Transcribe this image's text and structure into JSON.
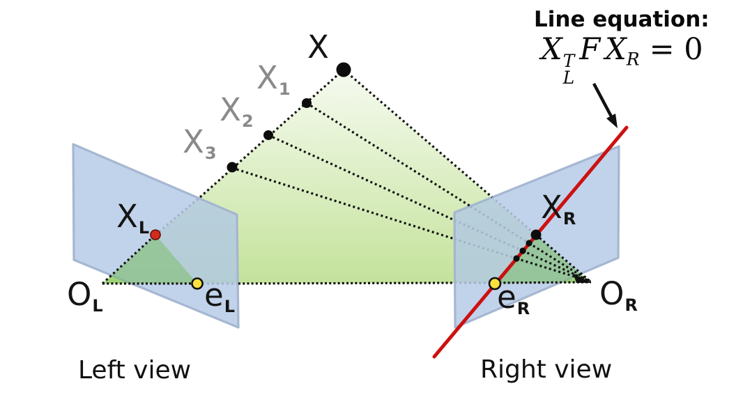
{
  "title": {
    "heading": "Line equation:"
  },
  "formula": {
    "x_left": "X",
    "sup": "T",
    "sub_left": "L",
    "f": "F",
    "x_right": "X",
    "sub_right": "R",
    "equals": "= 0"
  },
  "labels": {
    "x": {
      "main": "X"
    },
    "x1": {
      "main": "X",
      "sub": "1"
    },
    "x2": {
      "main": "X",
      "sub": "2"
    },
    "x3": {
      "main": "X",
      "sub": "3"
    },
    "xl": {
      "main": "X",
      "sub": "L"
    },
    "ol": {
      "main": "O",
      "sub": "L"
    },
    "el": {
      "main": "e",
      "sub": "L"
    },
    "xr": {
      "main": "X",
      "sub": "R"
    },
    "or": {
      "main": "O",
      "sub": "R"
    },
    "er": {
      "main": "e",
      "sub": "R"
    }
  },
  "captions": {
    "left": "Left view",
    "right": "Right view"
  },
  "colors": {
    "ink": "#111111",
    "epipolar_line_red": "#cc1111",
    "epipole_yellow": "#ffe13e",
    "point_xl_red": "#d32b20",
    "point_xl_red_stroke": "#601008",
    "plane_blue_fill": "rgba(176,199,229,0.78)",
    "plane_blue_stroke": "rgba(162,180,207,0.95)",
    "epipolar_plane_green_top": "#f7fbf1",
    "epipolar_plane_green_bottom": "#c3e29a",
    "fan_green": "rgba(110,185,75,0.42)",
    "hidden_dots": "#a3b2c8",
    "gray_label": "#8a8a8a"
  }
}
